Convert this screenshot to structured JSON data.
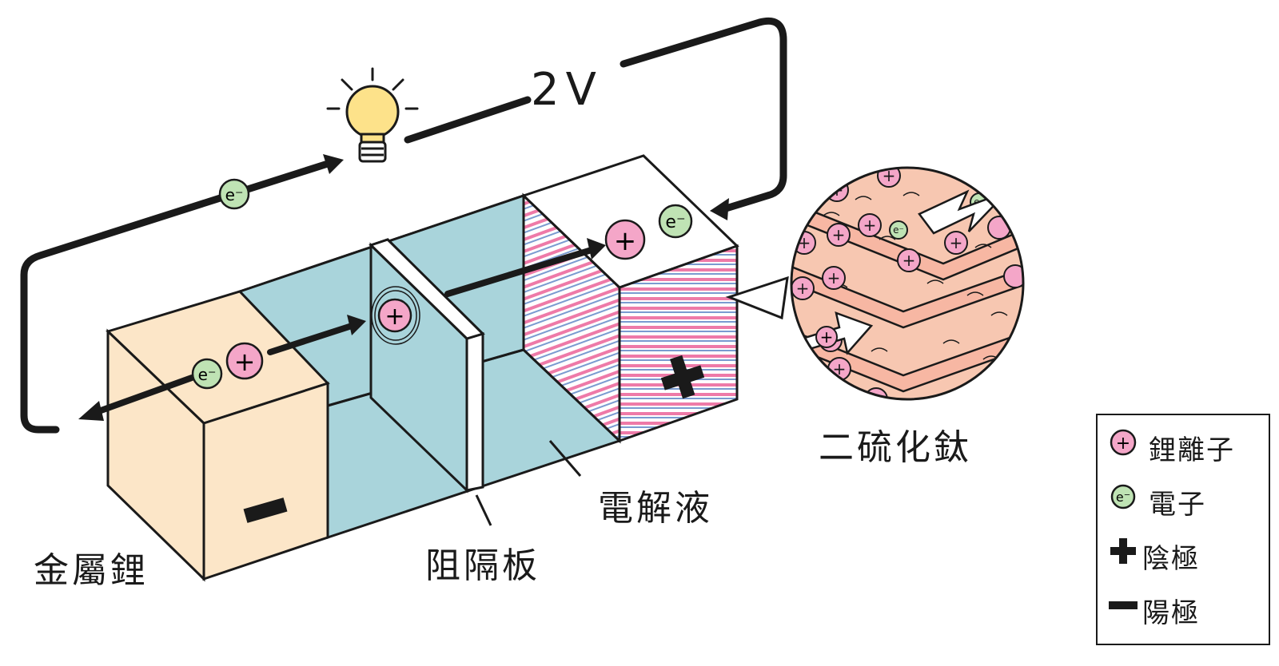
{
  "voltage_label": "2V",
  "labels": {
    "metal_lithium": "金屬鋰",
    "separator": "阻隔板",
    "electrolyte": "電解液",
    "titanium_disulfide": "二硫化鈦"
  },
  "particles": {
    "ion_symbol": "+",
    "electron_symbol": "e⁻"
  },
  "electrode_signs": {
    "positive": "+",
    "negative": "−"
  },
  "legend": {
    "items": [
      {
        "icon": "lithium-ion-icon",
        "label": "鋰離子"
      },
      {
        "icon": "electron-icon",
        "label": "電子"
      },
      {
        "icon": "plus-icon",
        "label": "陰極"
      },
      {
        "icon": "minus-icon",
        "label": "陽極"
      }
    ]
  },
  "colors": {
    "lithium_block": "#fce6c8",
    "electrolyte": "#a9d4db",
    "ion_fill": "#f4a6c8",
    "ion_stroke": "#c2185b",
    "electron_fill": "#bfe3b4",
    "electron_stroke": "#4f8a4a",
    "stripe_pink": "#ee7aa8",
    "stripe_blue": "#7a9bd0",
    "bulb": "#fde28a",
    "magnifier_fill": "#f7c7b1"
  }
}
